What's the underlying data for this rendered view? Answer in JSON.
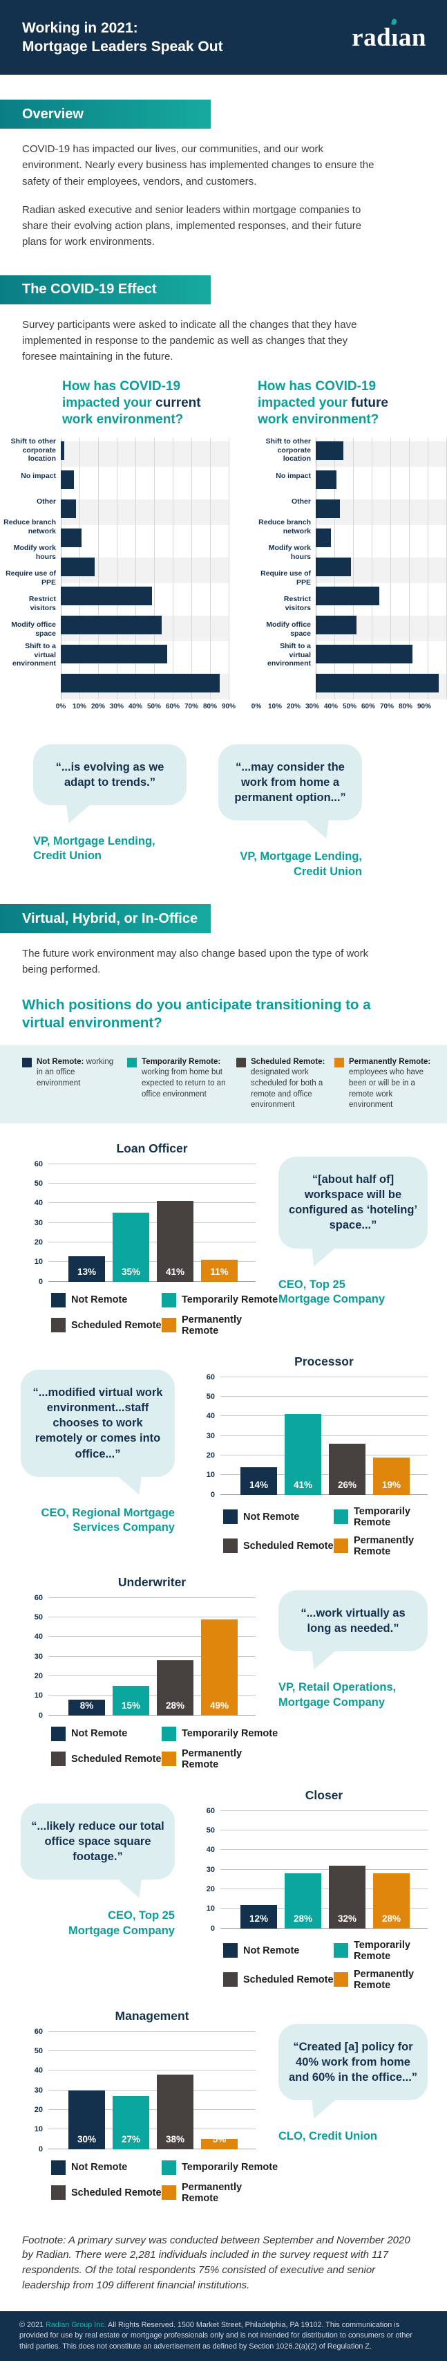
{
  "colors": {
    "navy": "#13304d",
    "teal": "#0ba69e",
    "heading_teal": "#0a9e9b",
    "gray": "#474240",
    "orange": "#e0860d",
    "bubble_bg": "#ddeef0",
    "band_bg": "#e3f1f2",
    "banner_gradient": [
      "#0b7e85",
      "#16aa9f"
    ],
    "series": [
      "#13304d",
      "#0ba69e",
      "#474240",
      "#e0860d"
    ]
  },
  "header": {
    "title_line1": "Working in 2021:",
    "title_line2": "Mortgage Leaders Speak Out",
    "logo_pre": "rad",
    "logo_i": "ı",
    "logo_post": "an"
  },
  "overview": {
    "banner": "Overview",
    "p1": "COVID-19 has impacted our lives, our communities, and our work environment. Nearly every business has implemented changes to ensure the safety of their employees, vendors, and customers.",
    "p2": "Radian asked executive and senior leaders within mortgage companies to share their evolving action plans, implemented responses, and their future plans for work environments."
  },
  "covid_effect": {
    "banner": "The COVID-19 Effect",
    "intro": "Survey participants were asked to indicate all the changes that they have implemented in response to the pandemic as well as changes that they foresee maintaining in the future."
  },
  "covid_quotes": [
    {
      "text": "“...is evolving as we adapt to trends.”",
      "attribution": [
        "VP, Mortgage Lending,",
        "Credit Union"
      ]
    },
    {
      "text": "“...may consider the work from home a permanent option...”",
      "attribution": [
        "VP, Mortgage Lending,",
        "Credit Union"
      ]
    }
  ],
  "virtual_section": {
    "banner": "Virtual, Hybrid, or In-Office",
    "intro": "The future work environment may also change based upon the type of work being performed.",
    "question": "Which positions do you anticipate transitioning to a virtual environment?"
  },
  "legend": {
    "items": [
      {
        "label": "Not Remote:",
        "desc": "working in an office environment"
      },
      {
        "label": "Temporarily Remote:",
        "desc": "working from home but expected to return to an office environment"
      },
      {
        "label": "Scheduled Remote:",
        "desc": "designated work scheduled for both a remote and office environment"
      },
      {
        "label": "Permanently Remote:",
        "desc": "employees who have been or will be in a remote work environment"
      }
    ]
  },
  "mini_legend": {
    "labels": [
      "Not Remote",
      "Temporarily Remote",
      "Scheduled Remote",
      "Permanently Remote"
    ]
  },
  "position_quotes": [
    {
      "text": "“[about half of] workspace will be configured as ‘hoteling’ space...”",
      "attribution": [
        "CEO, Top 25",
        "Mortgage Company"
      ]
    },
    {
      "text": "“...modified virtual work environment...staff chooses to work remotely or comes into office...”",
      "attribution": [
        "CEO, Regional Mortgage",
        "Services Company"
      ]
    },
    {
      "text": "“...work virtually as long as needed.”",
      "attribution": [
        "VP, Retail Operations,",
        "Mortgage Company"
      ]
    },
    {
      "text": "“...likely reduce our total office space square footage.”",
      "attribution": [
        "CEO, Top 25",
        "Mortgage Company"
      ]
    },
    {
      "text": "“Created [a] policy for 40% work from home and 60% in the office...”",
      "attribution": [
        "CLO, Credit Union"
      ]
    }
  ],
  "footnote": "Footnote: A primary survey was conducted between September and November 2020 by Radian. There were 2,281 individuals included in the survey request with 117 respondents. Of the total respondents 75% consisted of executive and senior leadership from 109 different financial institutions.",
  "footer": {
    "prefix": "© 2021 ",
    "link": "Radian Group Inc.",
    "rest": " All Rights Reserved. 1500 Market Street, Philadelphia, PA 19102. This communication is provided for use by real estate or mortgage professionals only and is not intended for distribution to consumers or other third parties. This does not constitute an advertisement as defined by Section 1026.2(a)(2) of Regulation Z."
  },
  "chart_data": [
    {
      "id": "current-work-environment",
      "type": "bar",
      "orientation": "horizontal",
      "title_prefix": "How has COVID-19 impacted your ",
      "title_bold": "current",
      "title_suffix": " work environment?",
      "categories": [
        "Shift to other corporate location",
        "No impact",
        "Other",
        "Reduce branch network",
        "Modify work hours",
        "Require use of PPE",
        "Restrict visitors",
        "Modify office space",
        "Shift to a virtual environment"
      ],
      "values": [
        2,
        7,
        8,
        11,
        18,
        49,
        54,
        57,
        85
      ],
      "xlim": [
        0,
        90
      ],
      "x_ticks": [
        "0%",
        "10%",
        "20%",
        "30%",
        "40%",
        "50%",
        "60%",
        "70%",
        "80%",
        "90%"
      ],
      "show_labels": true,
      "grid": true
    },
    {
      "id": "future-work-environment",
      "type": "bar",
      "orientation": "horizontal",
      "title_prefix": "How has COVID-19 impacted your ",
      "title_bold": "future",
      "title_suffix": " work environment?",
      "categories": [
        "Shift to other corporate location",
        "No impact",
        "Other",
        "Reduce branch network",
        "Modify work hours",
        "Require use of PPE",
        "Restrict visitors",
        "Modify office space",
        "Shift to a virtual environment"
      ],
      "values": [
        15,
        11,
        13,
        8,
        19,
        34,
        22,
        52,
        66
      ],
      "xlim": [
        0,
        90
      ],
      "x_ticks": [
        "0%",
        "10%",
        "20%",
        "30%",
        "40%",
        "50%",
        "60%",
        "70%",
        "80%",
        "90%"
      ],
      "show_labels": false,
      "grid": true
    },
    {
      "id": "loan-officer",
      "type": "bar",
      "title": "Loan Officer",
      "categories": [
        "Not Remote",
        "Temporarily Remote",
        "Scheduled Remote",
        "Permanently Remote"
      ],
      "values": [
        13,
        35,
        41,
        11
      ],
      "labels": [
        "13%",
        "35%",
        "41%",
        "11%"
      ],
      "ylim": [
        0,
        60
      ],
      "y_ticks": [
        0,
        10,
        20,
        30,
        40,
        50,
        60
      ],
      "grid": true
    },
    {
      "id": "processor",
      "type": "bar",
      "title": "Processor",
      "categories": [
        "Not Remote",
        "Temporarily Remote",
        "Scheduled Remote",
        "Permanently Remote"
      ],
      "values": [
        14,
        41,
        26,
        19
      ],
      "labels": [
        "14%",
        "41%",
        "26%",
        "19%"
      ],
      "ylim": [
        0,
        60
      ],
      "y_ticks": [
        0,
        10,
        20,
        30,
        40,
        50,
        60
      ],
      "grid": true
    },
    {
      "id": "underwriter",
      "type": "bar",
      "title": "Underwriter",
      "categories": [
        "Not Remote",
        "Temporarily Remote",
        "Scheduled Remote",
        "Permanently Remote"
      ],
      "values": [
        8,
        15,
        28,
        49
      ],
      "labels": [
        "8%",
        "15%",
        "28%",
        "49%"
      ],
      "ylim": [
        0,
        60
      ],
      "y_ticks": [
        0,
        10,
        20,
        30,
        40,
        50,
        60
      ],
      "grid": true
    },
    {
      "id": "closer",
      "type": "bar",
      "title": "Closer",
      "categories": [
        "Not Remote",
        "Temporarily Remote",
        "Scheduled Remote",
        "Permanently Remote"
      ],
      "values": [
        12,
        28,
        32,
        28
      ],
      "labels": [
        "12%",
        "28%",
        "32%",
        "28%"
      ],
      "ylim": [
        0,
        60
      ],
      "y_ticks": [
        0,
        10,
        20,
        30,
        40,
        50,
        60
      ],
      "grid": true
    },
    {
      "id": "management",
      "type": "bar",
      "title": "Management",
      "categories": [
        "Not Remote",
        "Temporarily Remote",
        "Scheduled Remote",
        "Permanently Remote"
      ],
      "values": [
        30,
        27,
        38,
        5
      ],
      "labels": [
        "30%",
        "27%",
        "38%",
        "5%"
      ],
      "ylim": [
        0,
        60
      ],
      "y_ticks": [
        0,
        10,
        20,
        30,
        40,
        50,
        60
      ],
      "grid": true
    }
  ]
}
